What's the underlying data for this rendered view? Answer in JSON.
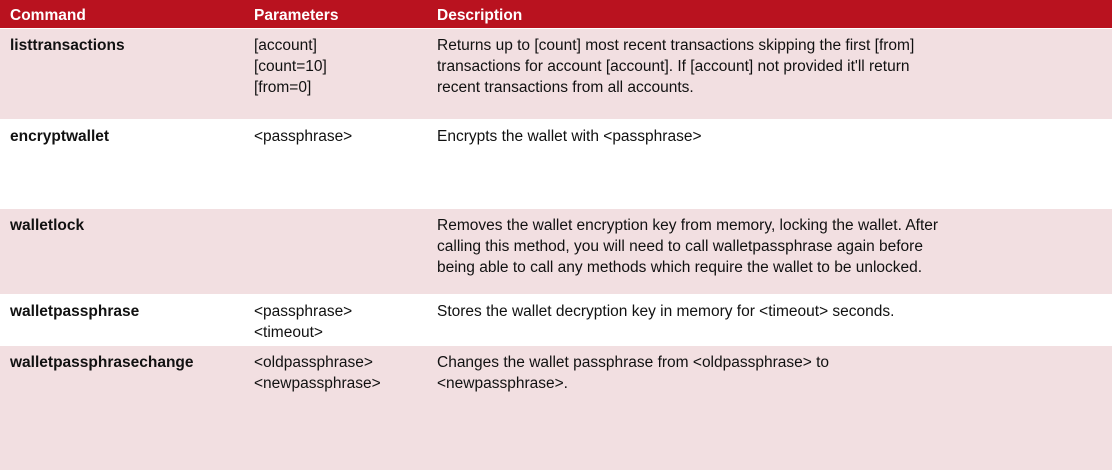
{
  "table": {
    "headers": {
      "command": "Command",
      "parameters": "Parameters",
      "description": "Description"
    },
    "rows": [
      {
        "command": "listtransactions",
        "parameters": [
          "[account]",
          "[count=10]",
          "[from=0]"
        ],
        "description": [
          "Returns up to [count] most recent transactions skipping the first [from]",
          "transactions for account [account]. If [account] not provided it'll return",
          "recent transactions from all accounts."
        ]
      },
      {
        "command": "encryptwallet",
        "parameters": [
          "<passphrase>"
        ],
        "description": [
          "Encrypts the wallet with <passphrase>"
        ]
      },
      {
        "command": "walletlock",
        "parameters": [],
        "description": [
          "Removes the wallet encryption key from memory, locking the wallet. After",
          "calling this method, you will need to call walletpassphrase again before",
          "being able to call any methods which require the wallet to be unlocked."
        ]
      },
      {
        "command": "walletpassphrase",
        "parameters": [
          "<passphrase>",
          "<timeout>"
        ],
        "description": [
          "Stores the wallet decryption key in memory for <timeout> seconds."
        ]
      },
      {
        "command": "walletpassphrasechange",
        "parameters": [
          "<oldpassphrase>",
          "<newpassphrase>"
        ],
        "description": [
          "Changes the wallet passphrase from <oldpassphrase> to",
          "<newpassphrase>."
        ]
      }
    ]
  }
}
